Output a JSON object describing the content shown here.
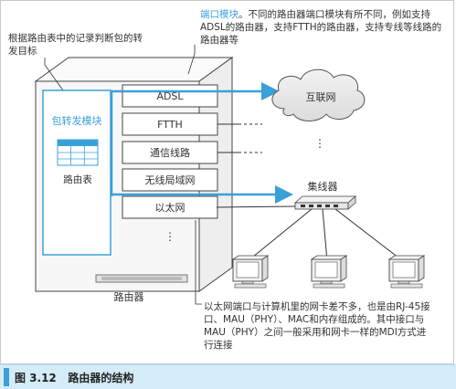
{
  "notes": {
    "routing_table_note": "根据路由表中的记录判断包的转发目标",
    "port_module_title": "端口模块",
    "port_module_body": "。不同的路由器端口模块有所不同，例如支持ADSL的路由器，支持FTTH的路由器，支持专线等线路的路由器等",
    "ethernet_note": "以太网端口与计算机里的网卡差不多，也是由RJ-45接口、MAU（PHY）、MAC和内存组成的。其中接口与MAU（PHY）之间一般采用和网卡一样的MDI方式进行连接"
  },
  "labels": {
    "forwarding_module": "包转发模块",
    "routing_table": "路由表",
    "router": "路由器",
    "internet": "互联网",
    "hub": "集线器",
    "ellipsis_vertical": "⋮"
  },
  "ports": [
    "ADSL",
    "FTTH",
    "通信线路",
    "无线局域网",
    "以太网"
  ],
  "caption": {
    "figure_number": "图 3.12",
    "title": "路由器的结构"
  },
  "colors": {
    "accent": "#3aa0d8",
    "line": "#333333",
    "box_fill": "#ffffff",
    "router_fill": "#f4f4f4",
    "caption_bg": "#d3ecf8"
  }
}
